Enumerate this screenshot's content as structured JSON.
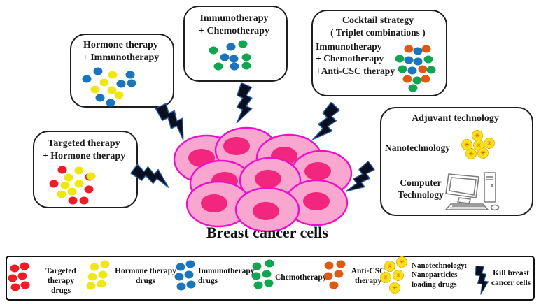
{
  "boxes": {
    "hormone_immuno": {
      "label": "Hormone therapy\n+ Immunotherapy"
    },
    "immuno_chemo": {
      "label": "Immunotherapy\n+ Chemotherapy"
    },
    "cocktail": {
      "title": "Cocktail strategy",
      "subtitle": "( Triplet combinations )",
      "body": "Immunotherapy\n+ Chemotherapy\n+Anti-CSC therapy"
    },
    "targeted_hormone": {
      "label": "Targeted therapy\n+ Hormone therapy"
    },
    "adjuvant": {
      "title": "Adjuvant technology",
      "nano_label": "Nanotechnology",
      "computer_label": "Computer\nTechnology"
    }
  },
  "center_label": "Breast cancer cells",
  "legend": {
    "items": [
      {
        "icon": "targeted-drug-dots",
        "label": "Targeted therapy\ndrugs"
      },
      {
        "icon": "hormone-drug-dots",
        "label": "Hormone therapy\ndrugs"
      },
      {
        "icon": "immuno-drug-dots",
        "label": "Immunotherapy\ndrugs"
      },
      {
        "icon": "chemo-drug-dots",
        "label": "Chemotherapy"
      },
      {
        "icon": "anti-csc-dots",
        "label": "Anti-CSC\ntherapy"
      },
      {
        "icon": "nanoparticle-icons",
        "label": "Nanotechnology:\nNanoparticles\nloading drugs"
      },
      {
        "icon": "lightning-bolt-icon",
        "label": "Kill breast\ncancer cells"
      }
    ]
  },
  "colors": {
    "red": "#ee1c25",
    "yellow": "#efe712",
    "blue": "#1b75bc",
    "green": "#10a651",
    "orange": "#dd5a12",
    "nano_fill": "#f6e318",
    "nano_border": "#dd8a12",
    "nano_core": "#e0470f",
    "cell_fill": "#f9a6d1",
    "cell_border": "#ef0fc7",
    "nucleus": "#f2267e",
    "bolt_fill": "#0a0f1f",
    "bolt_edge": "#2d5fa8"
  },
  "nano_glyph": "✳",
  "dot_groups": {
    "hormone_immuno": [
      [
        140,
        102,
        "blue"
      ],
      [
        161,
        107,
        "yellow"
      ],
      [
        186,
        107,
        "blue"
      ],
      [
        124,
        113,
        "blue"
      ],
      [
        149,
        118,
        "yellow"
      ],
      [
        173,
        120,
        "blue"
      ],
      [
        188,
        119,
        "blue"
      ],
      [
        136,
        128,
        "yellow"
      ],
      [
        160,
        129,
        "yellow"
      ],
      [
        143,
        140,
        "blue"
      ],
      [
        170,
        136,
        "yellow"
      ],
      [
        158,
        147,
        "blue"
      ]
    ],
    "immuno_chemo": [
      [
        305,
        72,
        "green"
      ],
      [
        330,
        67,
        "blue"
      ],
      [
        347,
        63,
        "green"
      ],
      [
        321,
        82,
        "blue"
      ],
      [
        334,
        84,
        "blue"
      ],
      [
        352,
        82,
        "green"
      ],
      [
        312,
        95,
        "green"
      ],
      [
        335,
        95,
        "blue"
      ],
      [
        352,
        94,
        "green"
      ]
    ],
    "cocktail": [
      [
        584,
        70,
        "orange"
      ],
      [
        597,
        73,
        "blue"
      ],
      [
        609,
        70,
        "orange"
      ],
      [
        571,
        84,
        "green"
      ],
      [
        584,
        86,
        "blue"
      ],
      [
        597,
        88,
        "blue"
      ],
      [
        612,
        85,
        "green"
      ],
      [
        575,
        99,
        "green"
      ],
      [
        589,
        101,
        "blue"
      ],
      [
        604,
        99,
        "orange"
      ],
      [
        616,
        100,
        "green"
      ],
      [
        582,
        113,
        "orange"
      ],
      [
        596,
        115,
        "green"
      ],
      [
        608,
        113,
        "orange"
      ],
      [
        590,
        126,
        "green"
      ]
    ],
    "targeted_hormone": [
      [
        89,
        243,
        "red"
      ],
      [
        113,
        244,
        "yellow"
      ],
      [
        128,
        253,
        "red"
      ],
      [
        98,
        254,
        "yellow"
      ],
      [
        130,
        252,
        "yellow"
      ],
      [
        77,
        263,
        "red"
      ],
      [
        93,
        265,
        "yellow"
      ],
      [
        113,
        263,
        "yellow"
      ],
      [
        127,
        271,
        "red"
      ],
      [
        103,
        274,
        "yellow"
      ],
      [
        88,
        278,
        "yellow"
      ],
      [
        104,
        287,
        "red"
      ],
      [
        120,
        287,
        "red"
      ]
    ],
    "legend_targeted": [
      [
        21,
        384,
        "red"
      ],
      [
        35,
        381,
        "red"
      ],
      [
        18,
        398,
        "red"
      ],
      [
        32,
        395,
        "red"
      ],
      [
        22,
        411,
        "red"
      ],
      [
        36,
        408,
        "red"
      ]
    ],
    "legend_hormone": [
      [
        135,
        382,
        "yellow"
      ],
      [
        150,
        378,
        "yellow"
      ],
      [
        132,
        396,
        "yellow"
      ],
      [
        147,
        393,
        "yellow"
      ],
      [
        130,
        409,
        "yellow"
      ],
      [
        145,
        406,
        "yellow"
      ]
    ],
    "legend_immuno": [
      [
        258,
        382,
        "blue"
      ],
      [
        272,
        378,
        "blue"
      ],
      [
        256,
        396,
        "blue"
      ],
      [
        270,
        393,
        "blue"
      ],
      [
        259,
        410,
        "blue"
      ],
      [
        273,
        407,
        "blue"
      ]
    ],
    "legend_chemo": [
      [
        367,
        381,
        "green"
      ],
      [
        385,
        377,
        "green"
      ],
      [
        366,
        395,
        "green"
      ],
      [
        381,
        392,
        "green"
      ],
      [
        369,
        408,
        "green"
      ],
      [
        384,
        405,
        "green"
      ]
    ],
    "legend_anticsc": [
      [
        470,
        380,
        "orange"
      ],
      [
        487,
        378,
        "orange"
      ],
      [
        469,
        395,
        "orange"
      ],
      [
        484,
        392,
        "orange"
      ],
      [
        477,
        408,
        "orange"
      ]
    ]
  },
  "nano_groups": {
    "adjuvant": [
      [
        682,
        194
      ],
      [
        667,
        207
      ],
      [
        684,
        208
      ],
      [
        699,
        205
      ],
      [
        673,
        220
      ],
      [
        690,
        219
      ]
    ],
    "legend": [
      [
        557,
        381
      ],
      [
        574,
        375
      ],
      [
        551,
        397
      ],
      [
        569,
        394
      ],
      [
        564,
        412
      ]
    ]
  },
  "cells": [
    [
      295,
      228,
      46,
      34,
      288,
      226
    ],
    [
      352,
      215,
      44,
      32,
      338,
      209
    ],
    [
      413,
      226,
      46,
      33,
      406,
      223
    ],
    [
      459,
      248,
      43,
      32,
      454,
      245
    ],
    [
      316,
      262,
      44,
      32,
      321,
      259
    ],
    [
      386,
      258,
      43,
      32,
      383,
      256
    ],
    [
      312,
      292,
      45,
      32,
      306,
      291
    ],
    [
      452,
      290,
      44,
      32,
      452,
      288
    ],
    [
      382,
      300,
      45,
      31,
      380,
      302
    ]
  ]
}
